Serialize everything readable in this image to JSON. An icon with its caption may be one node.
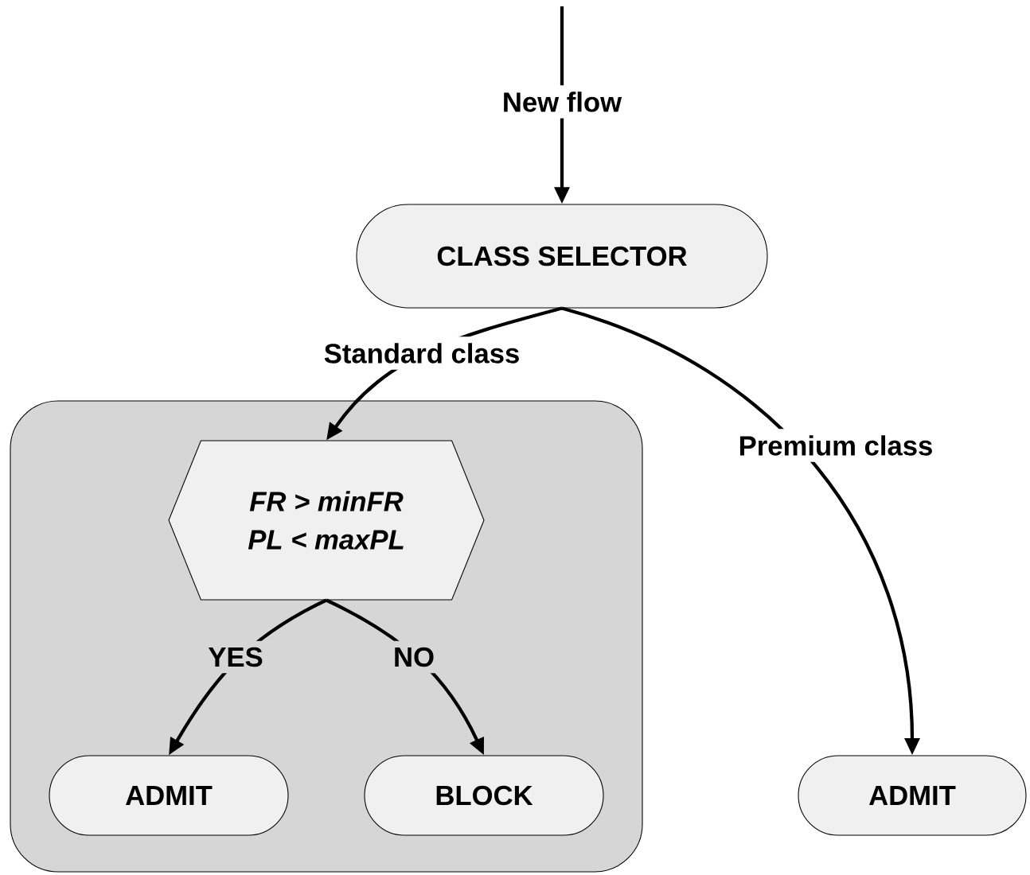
{
  "diagram": {
    "nodes": [
      {
        "text": [
          "CLASS SELECTOR"
        ]
      },
      {
        "text": [],
        "shape": "box"
      },
      {
        "text": [
          "FR > minFR",
          "PL < maxPL"
        ],
        "in": 1
      },
      {
        "text": [
          "ADMIT"
        ],
        "in": 1
      },
      {
        "text": [
          "BLOCK"
        ],
        "in": 1
      },
      {
        "text": [
          "ADMIT"
        ]
      }
    ],
    "edges": [
      {
        "from": null,
        "to": 0,
        "arrow": "to",
        "label": "New flow"
      },
      {
        "from": 0,
        "to": 2,
        "arrow": "to",
        "label": "Standard class"
      },
      {
        "from": 0,
        "to": 5,
        "arrow": "to",
        "label": "Premium class"
      },
      {
        "from": 2,
        "to": 3,
        "arrow": "to",
        "label": "YES"
      },
      {
        "from": 2,
        "to": 4,
        "arrow": "to",
        "label": "NO"
      }
    ]
  }
}
